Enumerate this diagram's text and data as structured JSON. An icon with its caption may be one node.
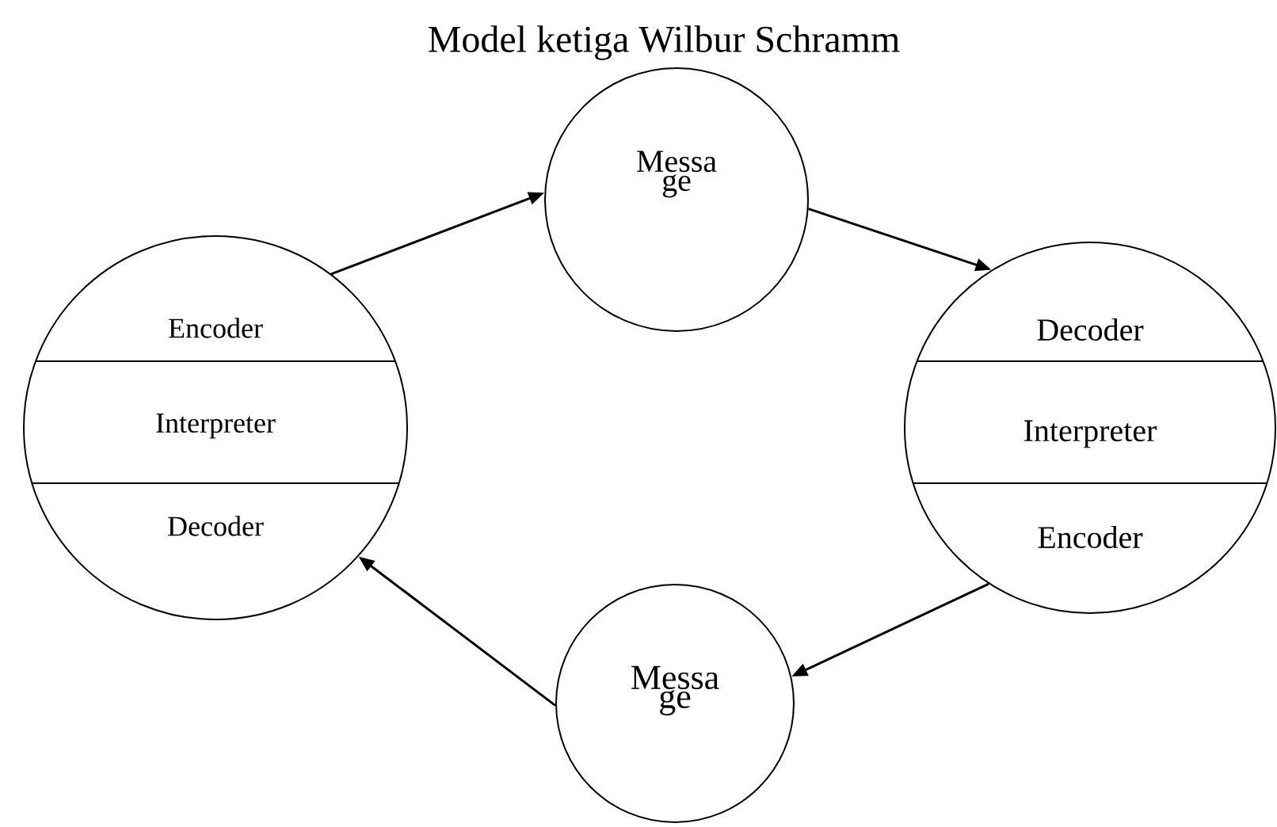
{
  "diagram": {
    "title": "Model ketiga Wilbur Schramm",
    "nodes": [
      {
        "text": [
          "Encoder",
          "Interpreter",
          "Decoder"
        ]
      },
      {
        "text": [
          "Messa ge"
        ]
      },
      {
        "text": [
          "Decoder",
          "Interpreter",
          "Encoder"
        ]
      },
      {
        "text": [
          "Messa ge"
        ]
      }
    ],
    "edges": [
      {
        "from": 0,
        "to": 1,
        "arrow": "to"
      },
      {
        "from": 1,
        "to": 2,
        "arrow": "to"
      },
      {
        "from": 2,
        "to": 3,
        "arrow": "to"
      },
      {
        "from": 3,
        "to": 0,
        "arrow": "to"
      }
    ]
  }
}
